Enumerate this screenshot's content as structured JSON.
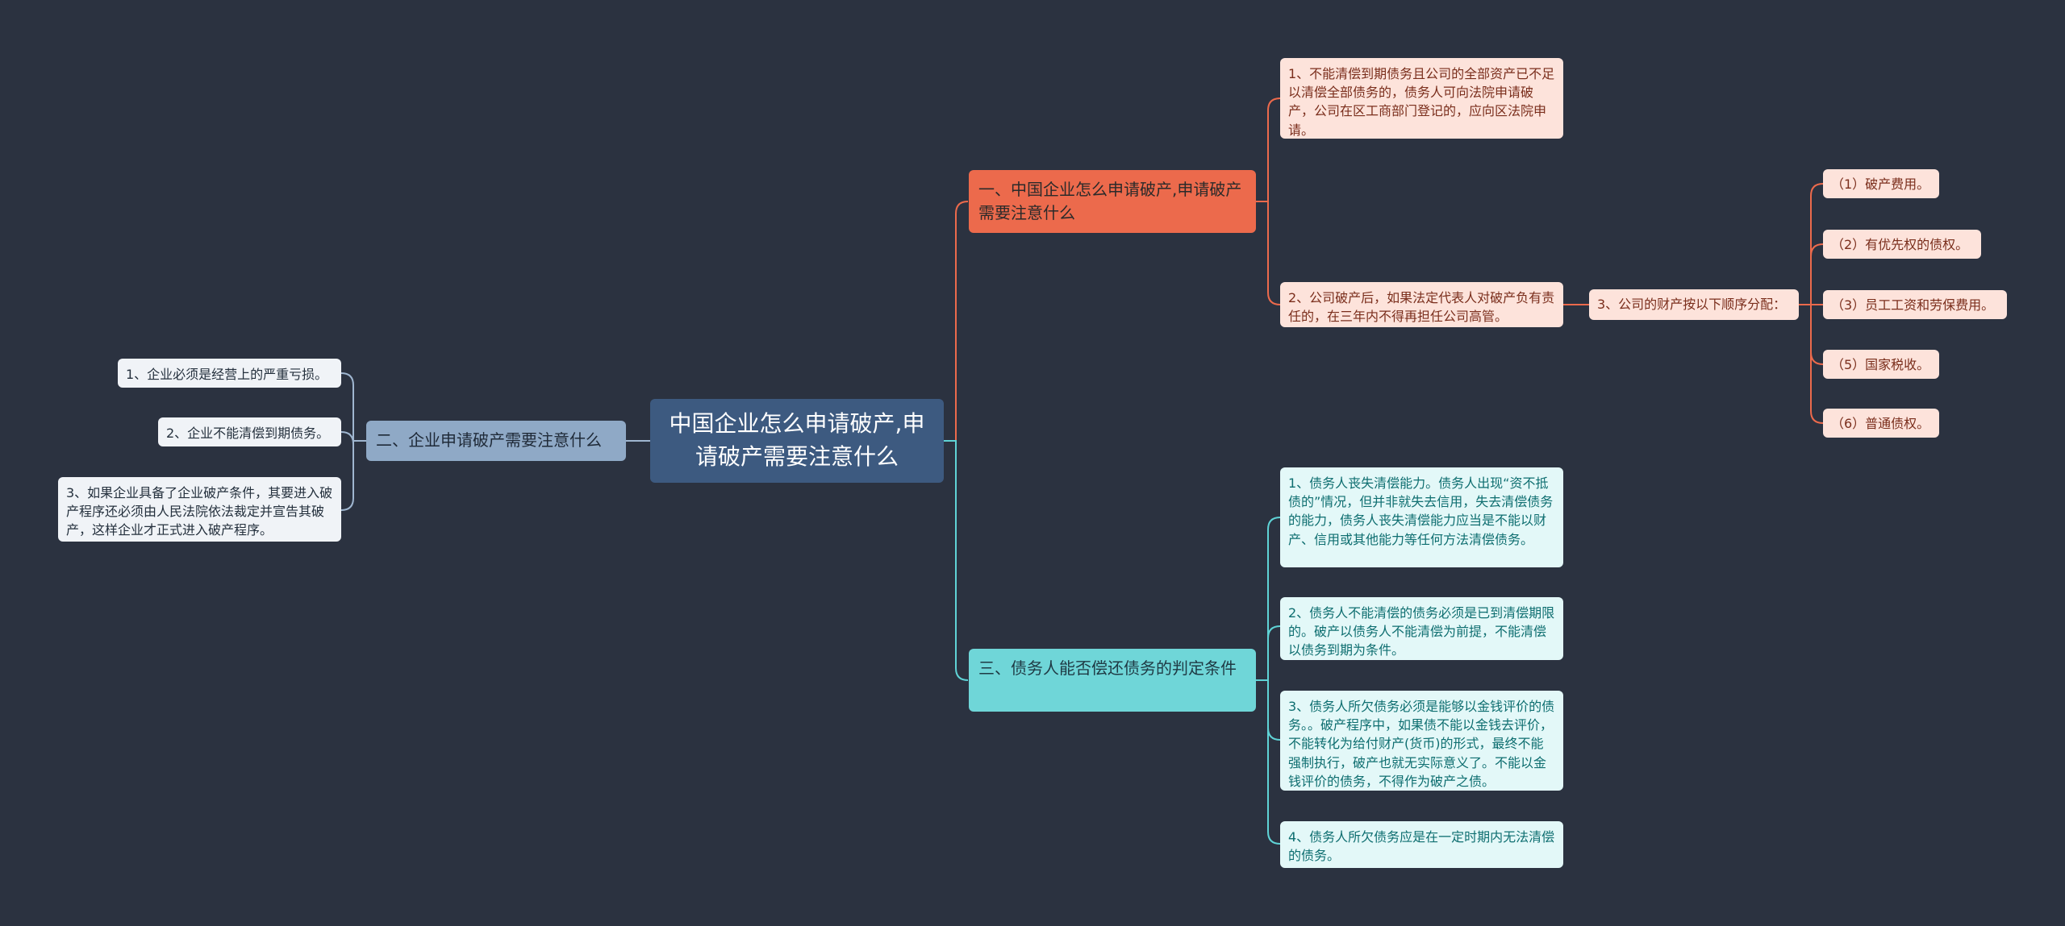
{
  "root": {
    "title": "中国企业怎么申请破产,申请破产需要注意什么"
  },
  "branch1": {
    "title": "一、中国企业怎么申请破产,申请破产需要注意什么",
    "items": [
      "1、不能清偿到期债务且公司的全部资产已不足以清偿全部债务的，债务人可向法院申请破产，公司在区工商部门登记的，应向区法院申请。",
      "2、公司破产后，如果法定代表人对破产负有责任的，在三年内不得再担任公司高管。"
    ],
    "distribution": {
      "title": "3、公司的财产按以下顺序分配：",
      "items": [
        "（1）破产费用。",
        "（2）有优先权的债权。",
        "（3）员工工资和劳保费用。",
        "（5）国家税收。",
        "（6）普通债权。"
      ]
    }
  },
  "branch2": {
    "title": "二、企业申请破产需要注意什么",
    "items": [
      "1、企业必须是经营上的严重亏损。",
      "2、企业不能清偿到期债务。",
      "3、如果企业具备了企业破产条件，其要进入破产程序还必须由人民法院依法裁定并宣告其破产，这样企业才正式进入破产程序。"
    ]
  },
  "branch3": {
    "title": "三、债务人能否偿还债务的判定条件",
    "items": [
      "1、债务人丧失清偿能力。债务人出现“资不抵债的”情况，但并非就失去信用，失去清偿债务的能力，债务人丧失清偿能力应当是不能以财产、信用或其他能力等任何方法清偿债务。",
      "2、债务人不能清偿的债务必须是已到清偿期限的。破产以债务人不能清偿为前提，不能清偿以债务到期为条件。",
      "3、债务人所欠债务必须是能够以金钱评价的债务。。破产程序中，如果债不能以金钱去评价，不能转化为给付财产(货币)的形式，最终不能强制执行，破产也就无实际意义了。不能以金钱评价的债务，不得作为破产之债。",
      "4、债务人所欠债务应是在一定时期内无法清偿的债务。"
    ]
  },
  "colors": {
    "background": "#2b3240",
    "root": "#3d5a80",
    "branch1": "#ec6a4c",
    "branch2": "#8fa9c6",
    "branch3": "#6fd6d8",
    "line1": "#ec6a4c",
    "line2": "#9fb6d0",
    "line3": "#5fd3d6"
  }
}
